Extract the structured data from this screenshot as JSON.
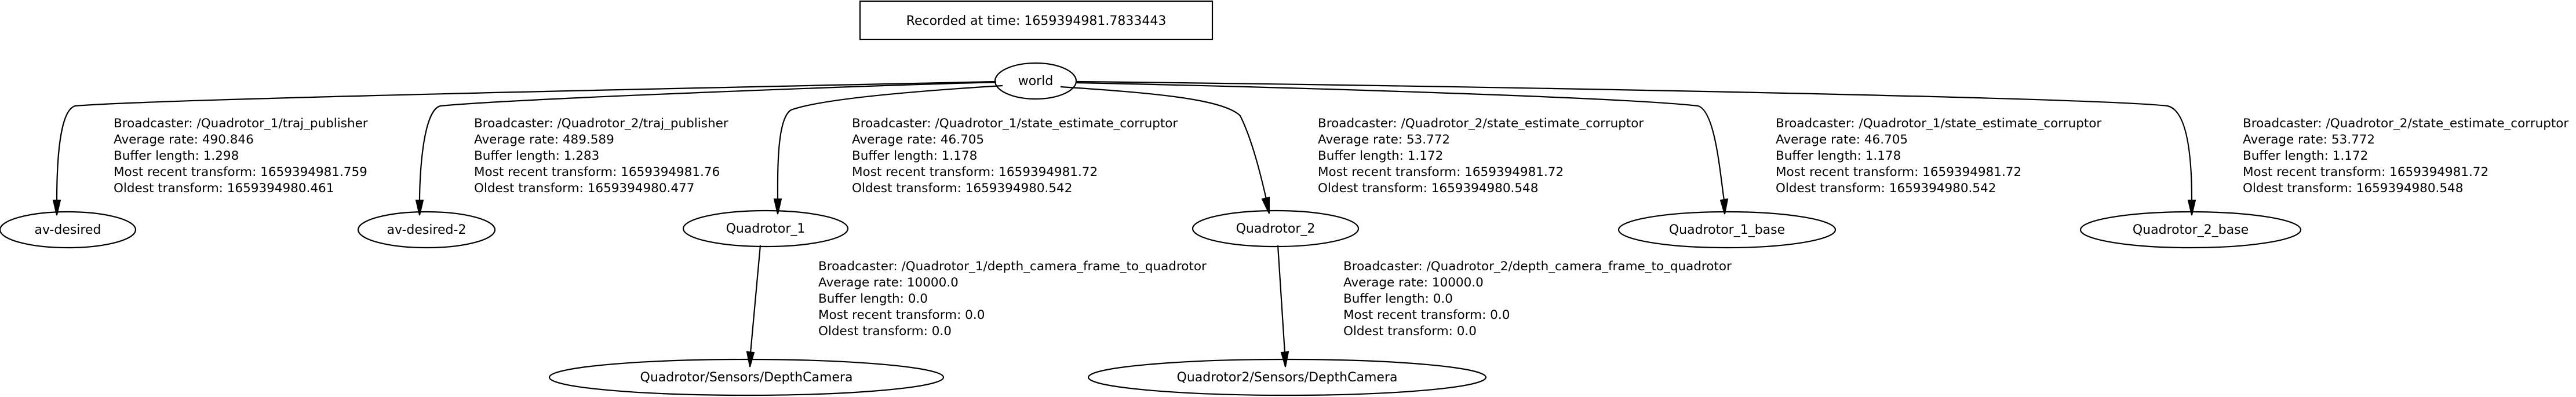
{
  "header": {
    "title": "Recorded at time: 1659394981.7833443"
  },
  "nodes": {
    "world": "world",
    "av_desired": "av-desired",
    "av_desired_2": "av-desired-2",
    "quadrotor_1": "Quadrotor_1",
    "quadrotor_2": "Quadrotor_2",
    "quadrotor_1_base": "Quadrotor_1_base",
    "quadrotor_2_base": "Quadrotor_2_base",
    "quadrotor_depth_camera": "Quadrotor/Sensors/DepthCamera",
    "quadrotor2_depth_camera": "Quadrotor2/Sensors/DepthCamera"
  },
  "edges": [
    {
      "from": "world",
      "to": "av-desired",
      "broadcaster": "Broadcaster: /Quadrotor_1/traj_publisher",
      "average_rate": "Average rate: 490.846",
      "buffer_length": "Buffer length: 1.298",
      "most_recent": "Most recent transform: 1659394981.759",
      "oldest": "Oldest transform: 1659394980.461"
    },
    {
      "from": "world",
      "to": "av-desired-2",
      "broadcaster": "Broadcaster: /Quadrotor_2/traj_publisher",
      "average_rate": "Average rate: 489.589",
      "buffer_length": "Buffer length: 1.283",
      "most_recent": "Most recent transform: 1659394981.76",
      "oldest": "Oldest transform: 1659394980.477"
    },
    {
      "from": "world",
      "to": "Quadrotor_1",
      "broadcaster": "Broadcaster: /Quadrotor_1/state_estimate_corruptor",
      "average_rate": "Average rate: 46.705",
      "buffer_length": "Buffer length: 1.178",
      "most_recent": "Most recent transform: 1659394981.72",
      "oldest": "Oldest transform: 1659394980.542"
    },
    {
      "from": "world",
      "to": "Quadrotor_2",
      "broadcaster": "Broadcaster: /Quadrotor_2/state_estimate_corruptor",
      "average_rate": "Average rate: 53.772",
      "buffer_length": "Buffer length: 1.172",
      "most_recent": "Most recent transform: 1659394981.72",
      "oldest": "Oldest transform: 1659394980.548"
    },
    {
      "from": "world",
      "to": "Quadrotor_1_base",
      "broadcaster": "Broadcaster: /Quadrotor_1/state_estimate_corruptor",
      "average_rate": "Average rate: 46.705",
      "buffer_length": "Buffer length: 1.178",
      "most_recent": "Most recent transform: 1659394981.72",
      "oldest": "Oldest transform: 1659394980.542"
    },
    {
      "from": "world",
      "to": "Quadrotor_2_base",
      "broadcaster": "Broadcaster: /Quadrotor_2/state_estimate_corruptor",
      "average_rate": "Average rate: 53.772",
      "buffer_length": "Buffer length: 1.172",
      "most_recent": "Most recent transform: 1659394981.72",
      "oldest": "Oldest transform: 1659394980.548"
    },
    {
      "from": "Quadrotor_1",
      "to": "Quadrotor/Sensors/DepthCamera",
      "broadcaster": "Broadcaster: /Quadrotor_1/depth_camera_frame_to_quadrotor",
      "average_rate": "Average rate: 10000.0",
      "buffer_length": "Buffer length: 0.0",
      "most_recent": "Most recent transform: 0.0",
      "oldest": "Oldest transform: 0.0"
    },
    {
      "from": "Quadrotor_2",
      "to": "Quadrotor2/Sensors/DepthCamera",
      "broadcaster": "Broadcaster: /Quadrotor_2/depth_camera_frame_to_quadrotor",
      "average_rate": "Average rate: 10000.0",
      "buffer_length": "Buffer length: 0.0",
      "most_recent": "Most recent transform: 0.0",
      "oldest": "Oldest transform: 0.0"
    }
  ]
}
